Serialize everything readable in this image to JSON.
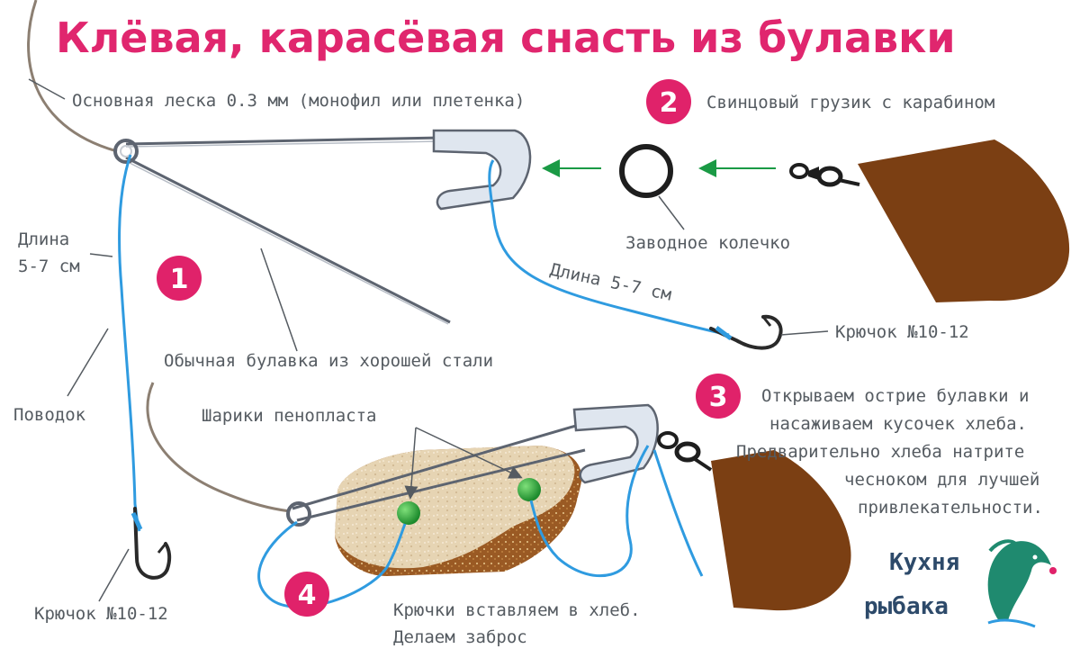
{
  "title": "Клёвая, карасёвая снасть из булавки",
  "colors": {
    "title": "#e0266e",
    "badge": "#e0226a",
    "label": "#555b61",
    "line": "#2f9be0",
    "weight": "#7b3f13",
    "main_line": "#8c7f72",
    "pointer": "#1a9a45",
    "logo_text": "#2d4a6a",
    "logo_fish": "#1f8a6f"
  },
  "labels": {
    "main_line": "Основная леска 0.3 мм (монофил или плетенка)",
    "sinker": "Свинцовый грузик с карабином",
    "split_ring": "Заводное колечко",
    "length_right": "Длина 5-7 см",
    "length_left_1": "Длина",
    "length_left_2": "5-7 см",
    "hook_right": "Крючок №10-12",
    "pin": "Обычная булавка из хорошей стали",
    "leader": "Поводок",
    "foam_balls": "Шарики пенопласта",
    "hook_left": "Крючок №10-12",
    "step3_lines": [
      "Открываем острие булавки и",
      "насаживаем кусочек хлеба.",
      "Предварительно хлеба натрите",
      "чесноком для лучшей",
      "привлекательности."
    ],
    "step4_line1": "Крючки вставляем в хлеб.",
    "step4_line2": "Делаем заброс"
  },
  "steps": [
    {
      "label": "1"
    },
    {
      "label": "2"
    },
    {
      "label": "3"
    },
    {
      "label": "4"
    }
  ],
  "logo": {
    "line1": "Кухня",
    "line2": "рыбака"
  }
}
